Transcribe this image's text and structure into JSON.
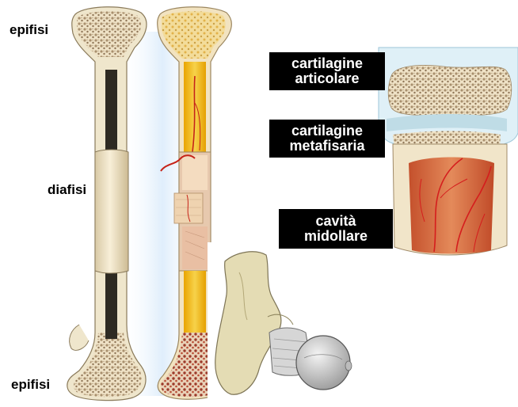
{
  "labels": {
    "epiphysis_top": "epifisi",
    "diaphysis": "diafisi",
    "epiphysis_bottom": "epifisi"
  },
  "tags": {
    "articular_cartilage": [
      "cartilagine",
      "articolare"
    ],
    "metaphyseal_cartilage": [
      "cartilagine",
      "metafisaria"
    ],
    "medullary_cavity": [
      "cavità",
      "midollare"
    ]
  },
  "colors": {
    "bone_cream": "#f1e6c8",
    "spongy_bone": "#cbb79a",
    "marrow_yellow": "#f0c020",
    "red_marrow": "#b8553d",
    "blood_vessel": "#d01818",
    "cartilage_blue": "#d6eaf2",
    "diaphysis_highlight": "#e8f1fb",
    "joint_gray": "#c9c9c9"
  }
}
